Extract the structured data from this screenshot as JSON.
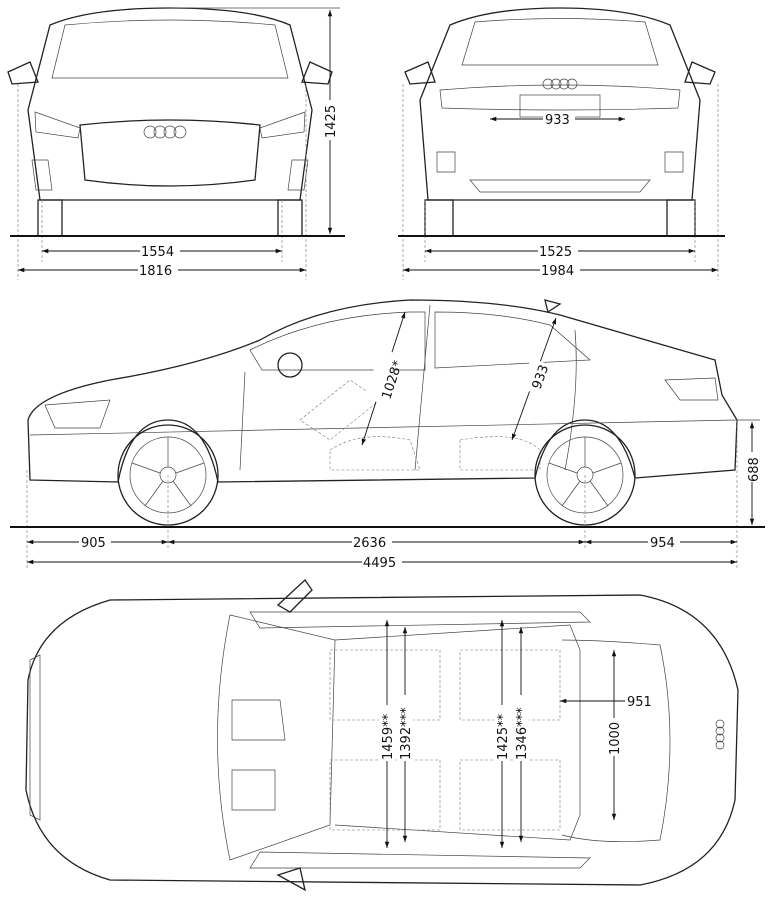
{
  "diagram": {
    "front_view": {
      "height": "1425",
      "track": "1554",
      "width": "1816"
    },
    "rear_view": {
      "plate_height": "933",
      "track": "1525",
      "width_mirrors": "1984"
    },
    "side_view": {
      "front_headroom": "1028*",
      "rear_headroom": "933",
      "boot_lip_height": "688",
      "front_overhang": "905",
      "wheelbase": "2636",
      "rear_overhang": "954",
      "length": "4495"
    },
    "top_view": {
      "front_elbow_width": "1459**",
      "front_shoulder_width": "1392***",
      "rear_elbow_width": "1425**",
      "rear_shoulder_width": "1346***",
      "boot_depth": "951",
      "boot_width": "1000"
    }
  }
}
